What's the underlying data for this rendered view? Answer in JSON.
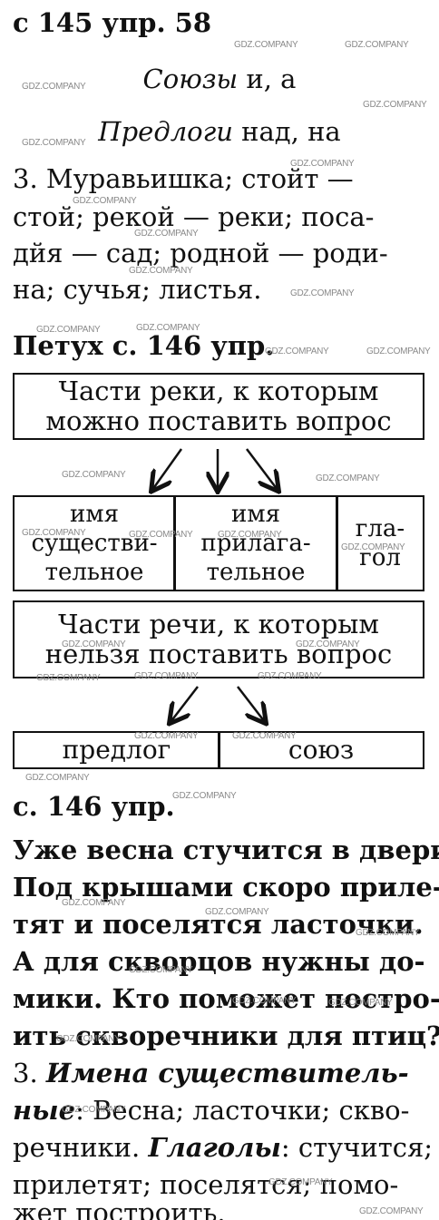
{
  "header": {
    "ref": "с 145 упр. 58"
  },
  "section1": {
    "line1": {
      "italic": "Союзы",
      "rest": " и, а"
    },
    "line2": {
      "italic": "Предлоги",
      "rest": " над, на"
    },
    "text_lines": [
      "3.  Муравьишка;  стойт  —",
      "стой; рекой — реки; поса-",
      "дйя — сад; родной — роди-",
      "на; сучья; листья."
    ]
  },
  "section2": {
    "title": "Петух с. 146 упр.",
    "top_box": [
      "Части реки, к которым",
      "можно поставить вопрос"
    ],
    "cells": [
      [
        "имя",
        "существи-",
        "тельное"
      ],
      [
        "имя",
        "прилага-",
        "тельное"
      ],
      [
        "гла-",
        "гол"
      ]
    ],
    "middle_box": [
      "Части речи, к которым",
      "нельзя поставить вопрос"
    ],
    "bottom_cells": [
      "предлог",
      "союз"
    ]
  },
  "section3": {
    "title": "с. 146 упр.",
    "text_lines": [
      "Уже весна стучится в двери.",
      "Под крышами скоро приле-",
      "тят и поселятся ласточки.",
      "А для скворцов нужны до-",
      "мики. Кто поможет постро-",
      "ить скворечники для птиц?"
    ],
    "l7": {
      "prefix": "3.  ",
      "italic": "Имена  существитель-"
    },
    "l8": {
      "italic": "ные",
      "rest": ": Весна; ласточки; скво-"
    },
    "l9": {
      "rest1": "речники. ",
      "italic": "Глаголы",
      "rest2": ": стучится;"
    },
    "l10": "прилетят; поселятся; помо-",
    "l11": "жет построить."
  },
  "watermark": "GDZ.COMPANY"
}
